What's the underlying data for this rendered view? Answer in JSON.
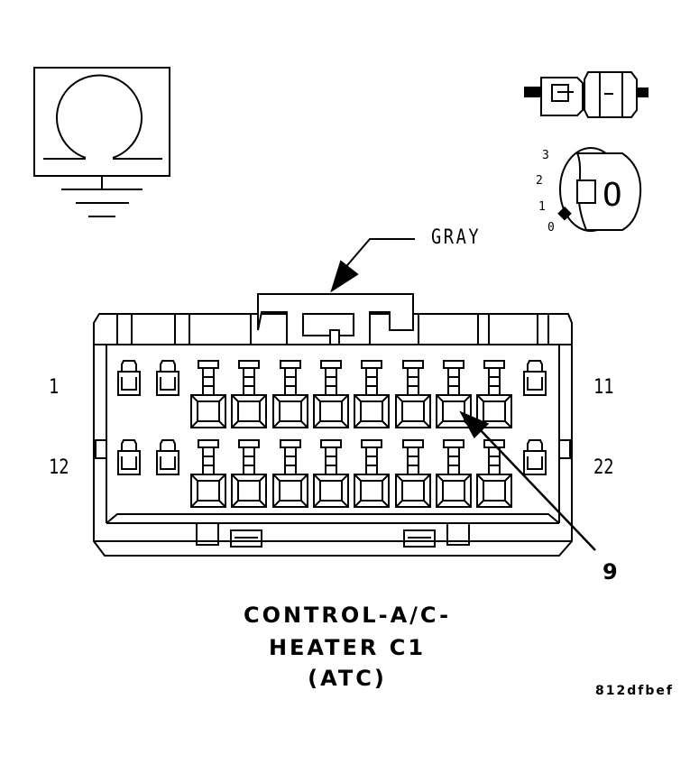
{
  "connector": {
    "color_label": "GRAY",
    "pin_labels": {
      "top_left": "1",
      "top_right": "11",
      "bottom_left": "12",
      "bottom_right": "22"
    },
    "callout": "9"
  },
  "title": {
    "line1": "CONTROL-A/C-",
    "line2": "HEATER C1",
    "line3": "(ATC)"
  },
  "drawing_code": "812dfbef",
  "ignition_switch": {
    "positions": [
      "3",
      "2",
      "1",
      "0"
    ],
    "key_glyph": "O"
  },
  "icons": [
    "ohm-meter-ground-icon",
    "connector-disconnect-icon",
    "ignition-key-icon"
  ]
}
